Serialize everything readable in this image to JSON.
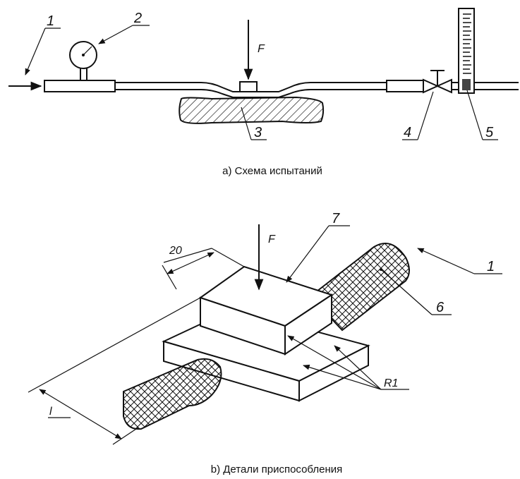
{
  "figure_a": {
    "caption": "a) Схема испытаний",
    "labels": [
      "1",
      "2",
      "3",
      "4",
      "5"
    ],
    "force": "F"
  },
  "figure_b": {
    "caption": "b) Детали приспособления",
    "labels": [
      "1",
      "6",
      "7"
    ],
    "force": "F",
    "dimension_width": "20",
    "dimension_length": "l",
    "radius": "R1"
  }
}
